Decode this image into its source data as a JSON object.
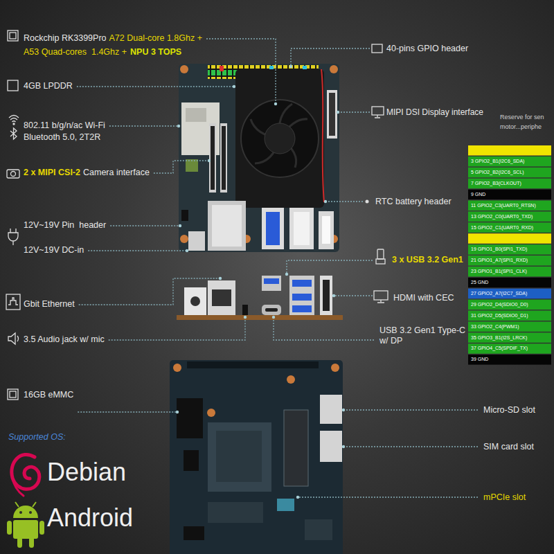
{
  "diagram": {
    "labels": [
      "Rockchip RK3399Pro",
      "A72 Dual-core 1.8Ghz +",
      "A53 Quad-cores  1.4Ghz +",
      "NPU 3 TOPS",
      "4GB LPDDR",
      "802.11 b/g/n/ac Wi-Fi",
      "Bluetooth 5.0, 2T2R",
      "2 x MIPI CSI-2",
      "Camera interface",
      "12V~19V Pin  header",
      "12V~19V DC-in",
      "Gbit Ethernet",
      "3.5 Audio jack w/ mic",
      "16GB eMMC",
      "Supported OS:",
      "Debian",
      "Android",
      "40-pins GPIO header",
      "MIPI DSI Display interface",
      "Reserve for sen",
      "motor...periphe",
      "RTC battery header",
      "3 x USB 3.2 Gen1",
      "HDMI with CEC",
      "USB 3.2 Gen1 Type-C w/ DP",
      "Micro-SD slot",
      "SIM card slot",
      "mPCIe slot",
      "3 GPIO2_B1(I2C6_SDA)",
      "5 GPIO2_B2(I2C6_SCL)",
      "7 GPIO2_B3(CLKOUT)",
      "9 GND",
      "11 GPIO2_C3(UART0_RTSN)",
      "13 GPIO2_C0(UART0_TXD)",
      "15 GPIO2_C1(UART0_RXD)",
      "19 GPIO1_B0(SPI1_TXD)",
      "21 GPIO1_A7(SPI1_RXD)",
      "23 GPIO1_B1(SPI1_CLK)",
      "25 GND",
      "27 GPIO2_A7(I2C7_SDA)",
      "29 GPIO2_D4(SDIO0_D0)",
      "31 GPIO2_D5(SDIO0_D1)",
      "33 GPIO2_C4(PWM1)",
      "35 GPIO3_B1(I2S_LRCK)",
      "37 GPIO4_C5(SPDIF_TX)",
      "39 GND"
    ]
  }
}
